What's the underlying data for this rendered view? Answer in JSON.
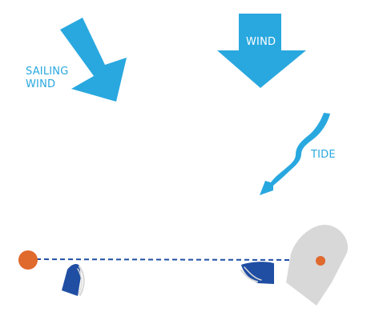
{
  "labels": {
    "sailing_wind_line1": "SAILING",
    "sailing_wind_line2": "WIND",
    "wind": "WIND",
    "tide": "TIDE"
  },
  "colors": {
    "arrow_blue": "#29a8df",
    "boat_blue": "#1f4ea3",
    "boat_grey": "#d8d8d8",
    "mark_orange": "#e0692e",
    "line_blue": "#1f4ea3"
  }
}
